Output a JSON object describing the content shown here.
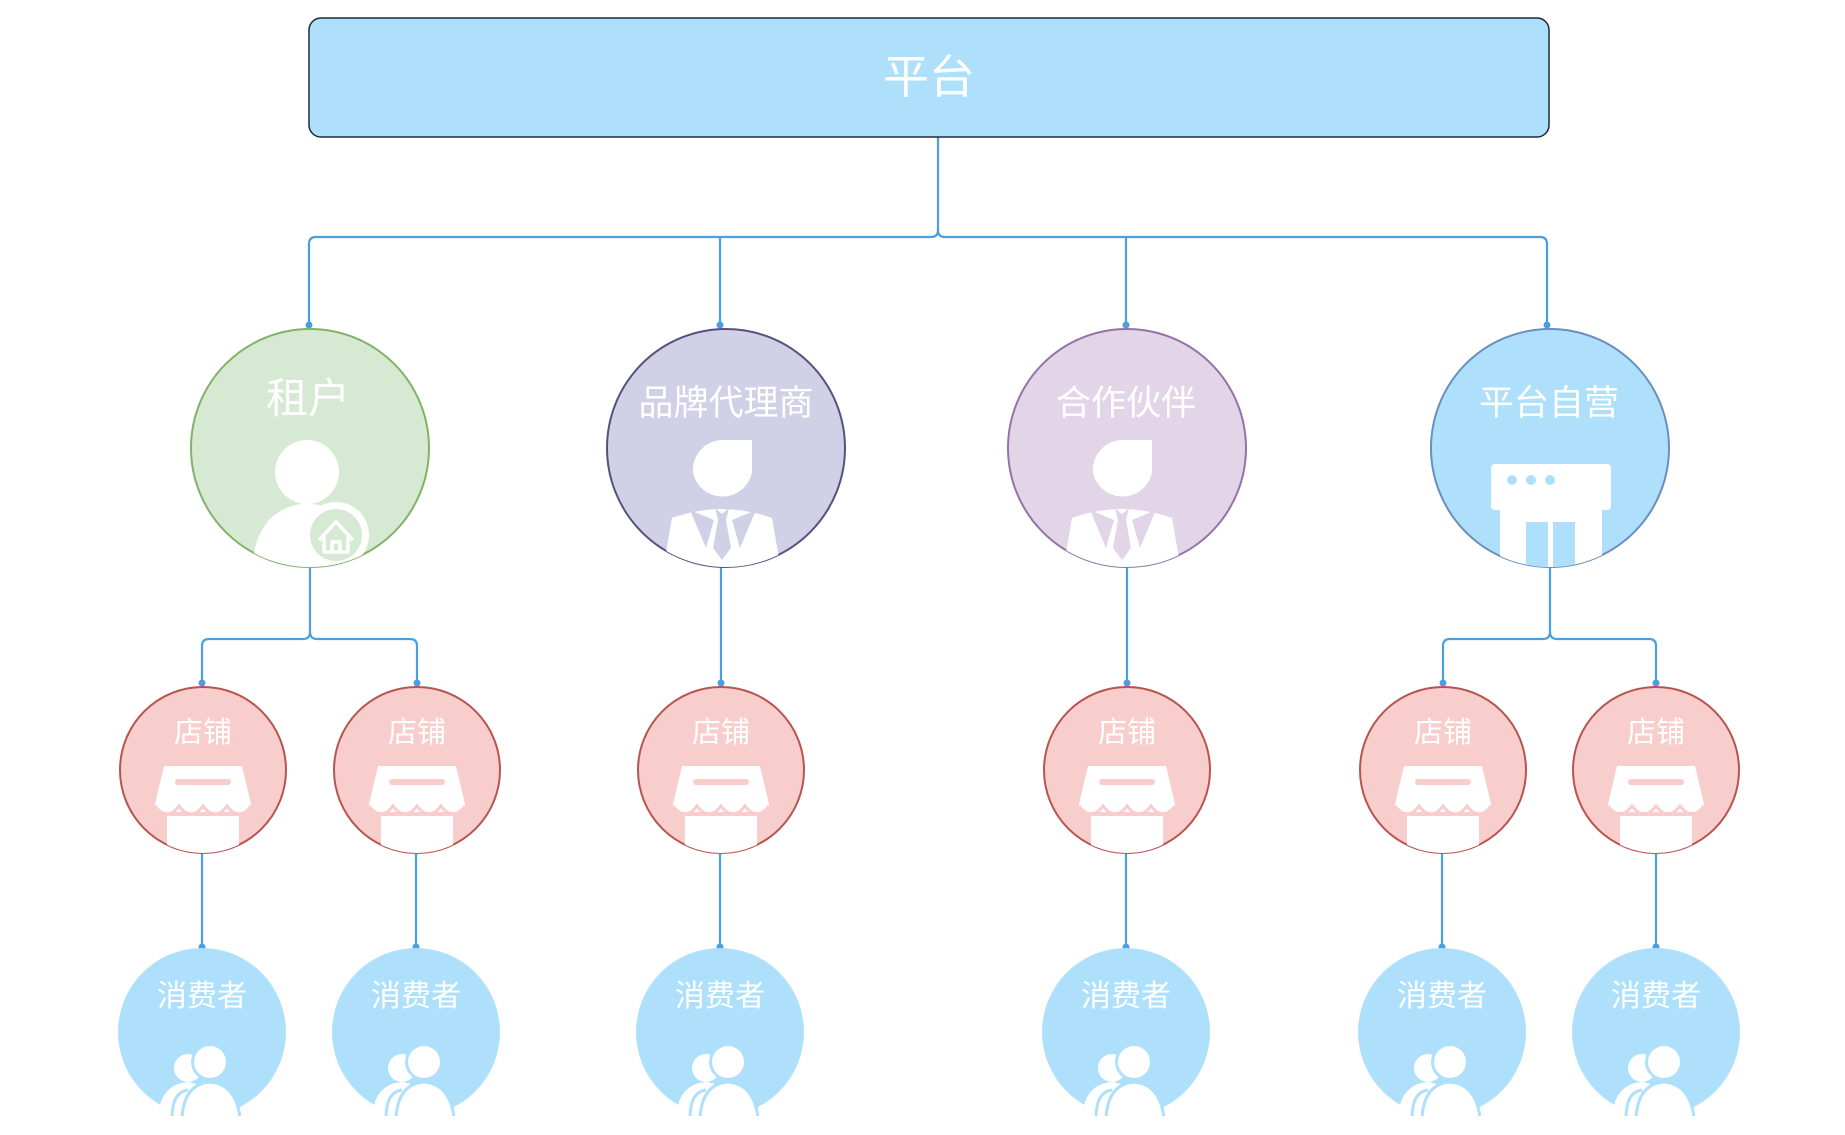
{
  "root": {
    "label": "平台"
  },
  "owners": [
    {
      "label": "租户",
      "icon": "tenant-user-home-icon"
    },
    {
      "label": "品牌代理商",
      "icon": "businessman-icon"
    },
    {
      "label": "合作伙伴",
      "icon": "businessman-icon"
    },
    {
      "label": "平台自营",
      "icon": "storefront-icon"
    }
  ],
  "stores": [
    {
      "label": "店铺",
      "owner": 0
    },
    {
      "label": "店铺",
      "owner": 0
    },
    {
      "label": "店铺",
      "owner": 1
    },
    {
      "label": "店铺",
      "owner": 2
    },
    {
      "label": "店铺",
      "owner": 3
    },
    {
      "label": "店铺",
      "owner": 3
    }
  ],
  "consumers": [
    {
      "label": "消费者",
      "store": 0
    },
    {
      "label": "消费者",
      "store": 1
    },
    {
      "label": "消费者",
      "store": 2
    },
    {
      "label": "消费者",
      "store": 3
    },
    {
      "label": "消费者",
      "store": 4
    },
    {
      "label": "消费者",
      "store": 5
    }
  ],
  "colors": {
    "connector": "#4a9fe0",
    "root_fill": "#aee0fc",
    "root_stroke": "#1e2a38",
    "tenant_fill": "#d6e9d2",
    "tenant_stroke": "#82b366",
    "agent_fill": "#d0d0e6",
    "agent_stroke": "#56517e",
    "partner_fill": "#e2d5e8",
    "partner_stroke": "#9673a6",
    "self_fill": "#aee0fc",
    "self_stroke": "#6c8ebf",
    "store_fill": "#f8cecc",
    "store_stroke": "#b85450",
    "consumer_fill": "#aee0fc",
    "label": "#ffffff"
  }
}
